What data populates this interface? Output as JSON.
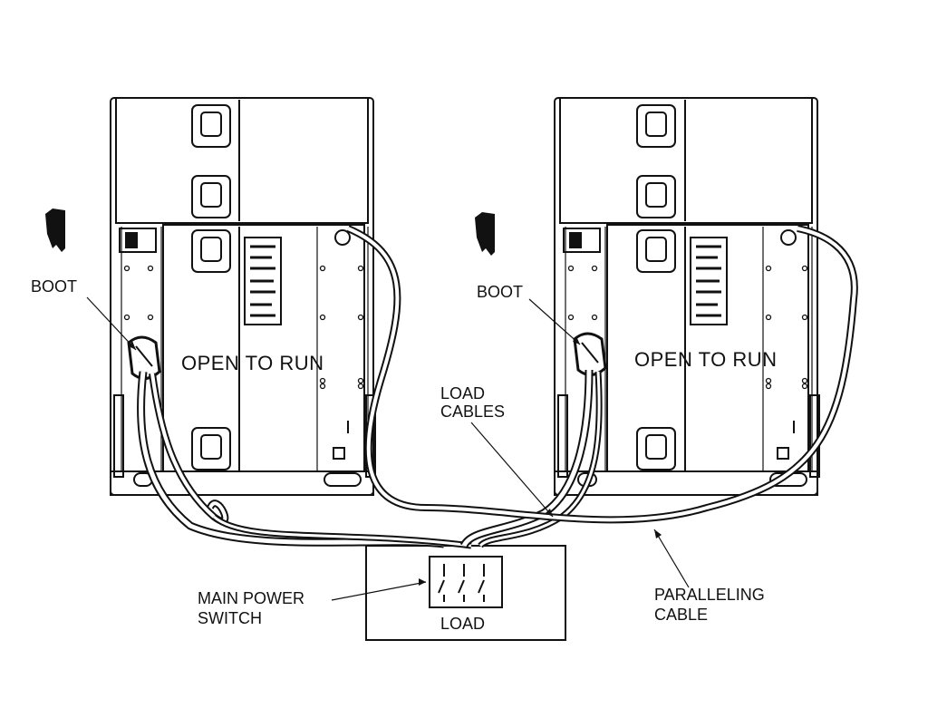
{
  "labels": {
    "boot_left": "BOOT",
    "boot_right": "BOOT",
    "panel_left": "OPEN TO RUN",
    "panel_right": "OPEN TO RUN",
    "load_cables": [
      "LOAD",
      "CABLES"
    ],
    "main_power_switch": [
      "MAIN POWER",
      "SWITCH"
    ],
    "load_box": "LOAD",
    "paralleling_cable": [
      "PARALLELING",
      "CABLE"
    ]
  },
  "icons": {
    "unit_left": "generator-unit-icon",
    "unit_right": "generator-unit-icon",
    "hand_left": "pointing-hand-icon",
    "hand_right": "pointing-hand-icon",
    "switch": "three-pole-switch-icon"
  }
}
